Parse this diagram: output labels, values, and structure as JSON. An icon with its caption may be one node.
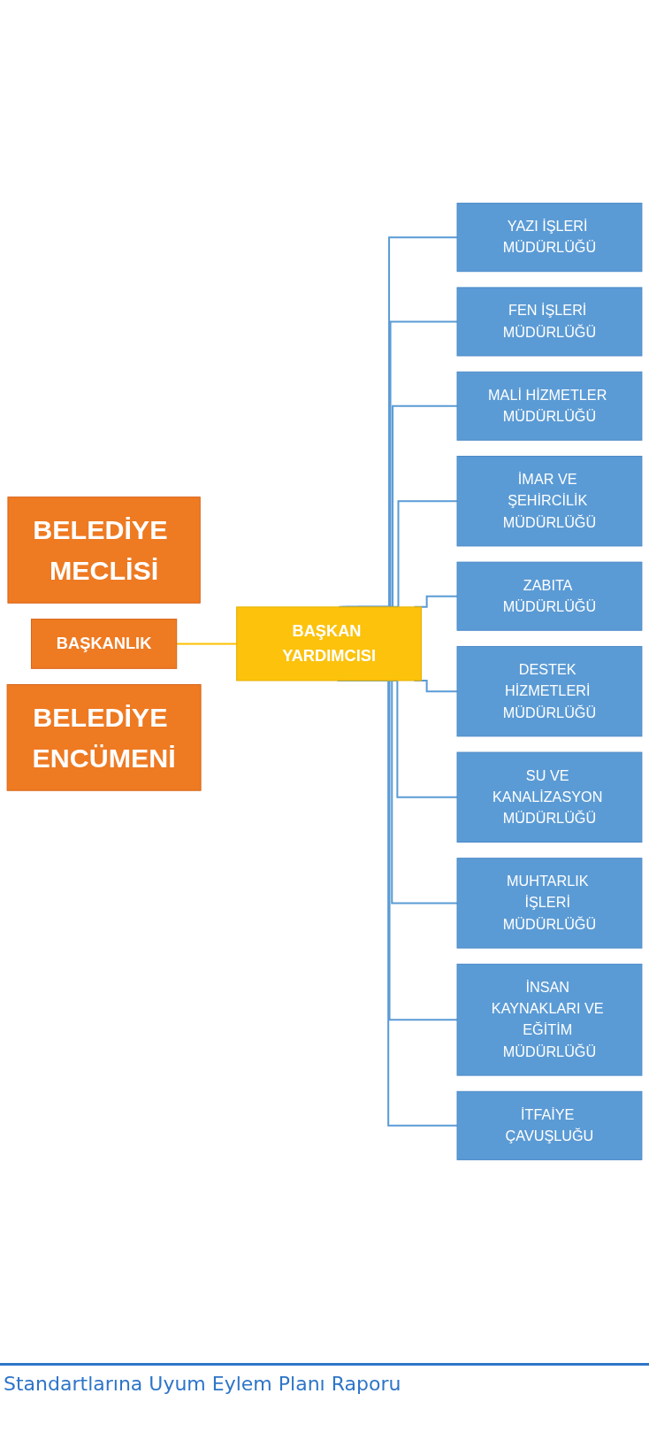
{
  "diagram": {
    "nodes": [
      {
        "text": [
          "BELEDİYE MECLİSİ"
        ]
      },
      {
        "text": [
          "BAŞKANLIK"
        ]
      },
      {
        "text": [
          "BELEDİYE ENCÜMENİ"
        ]
      },
      {
        "text": [
          "BAŞKAN YARDIMCISI"
        ]
      },
      {
        "text": [
          "YAZI İŞLERİ MÜDÜRLÜĞÜ"
        ]
      },
      {
        "text": [
          "FEN İŞLERİ MÜDÜRLÜĞÜ"
        ]
      },
      {
        "text": [
          "MALİ HİZMETLER MÜDÜRLÜĞÜ"
        ]
      },
      {
        "text": [
          "İMAR VE ŞEHİRCİLİK MÜDÜRLÜĞÜ"
        ]
      },
      {
        "text": [
          "ZABITA MÜDÜRLÜĞÜ"
        ]
      },
      {
        "text": [
          "DESTEK HİZMETLERİ MÜDÜRLÜĞÜ"
        ]
      },
      {
        "text": [
          "SU VE KANALİZASYON MÜDÜRLÜĞÜ"
        ]
      },
      {
        "text": [
          "MUHTARLIK İŞLERİ MÜDÜRLÜĞÜ"
        ]
      },
      {
        "text": [
          "İNSAN KAYNAKLARI VE EĞİTİM MÜDÜRLÜĞÜ"
        ]
      },
      {
        "text": [
          "İTFAİYE ÇAVUŞLUĞU"
        ]
      }
    ],
    "edges": [
      {
        "from": 1,
        "to": 3,
        "arrow": "none",
        "color": "#ffc000"
      },
      {
        "from": 3,
        "to": 4,
        "arrow": "none"
      },
      {
        "from": 3,
        "to": 5,
        "arrow": "none"
      },
      {
        "from": 3,
        "to": 6,
        "arrow": "none"
      },
      {
        "from": 3,
        "to": 7,
        "arrow": "none"
      },
      {
        "from": 3,
        "to": 8,
        "arrow": "none"
      },
      {
        "from": 3,
        "to": 9,
        "arrow": "none"
      },
      {
        "from": 3,
        "to": 10,
        "arrow": "none"
      },
      {
        "from": 3,
        "to": 11,
        "arrow": "none"
      },
      {
        "from": 3,
        "to": 12,
        "arrow": "none"
      },
      {
        "from": 3,
        "to": 13,
        "arrow": "none"
      }
    ],
    "labels": [
      "Standartlarına Uyum Eylem Planı Raporu"
    ]
  }
}
